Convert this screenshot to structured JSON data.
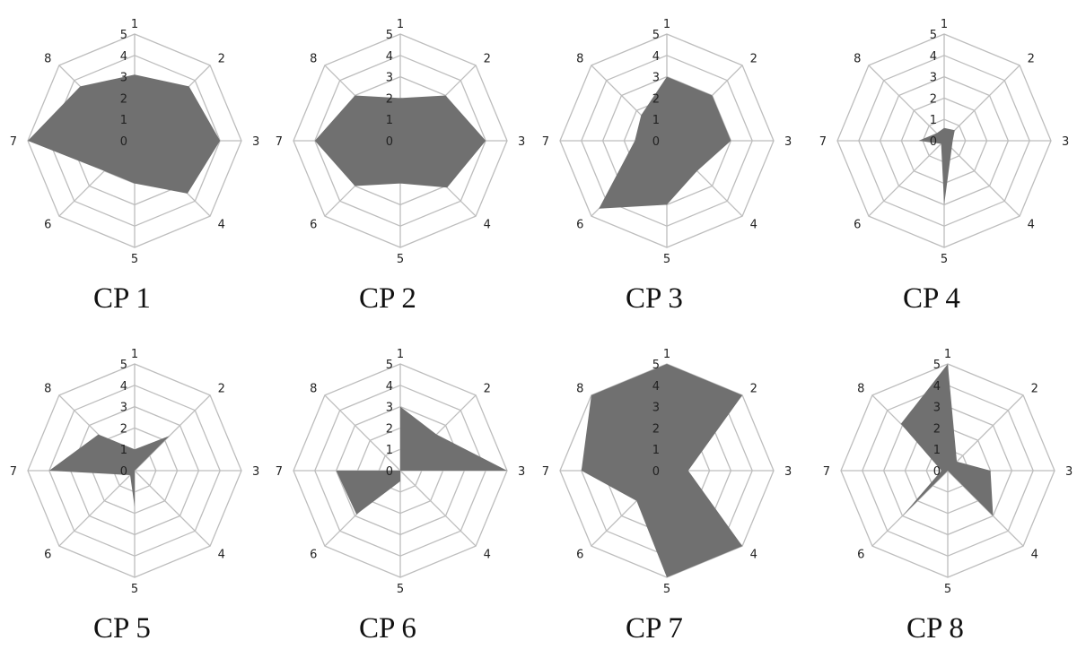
{
  "chart_data": [
    {
      "type": "radar",
      "title": "CP 1",
      "axes": [
        "1",
        "2",
        "3",
        "4",
        "5",
        "6",
        "7",
        "8"
      ],
      "scale_ticks": [
        "0",
        "1",
        "2",
        "3",
        "4",
        "5"
      ],
      "rlim": [
        0,
        5
      ],
      "values": [
        3.1,
        3.6,
        4.0,
        3.5,
        2.0,
        2.0,
        5.0,
        3.6
      ]
    },
    {
      "type": "radar",
      "title": "CP 2",
      "axes": [
        "1",
        "2",
        "3",
        "4",
        "5",
        "6",
        "7",
        "8"
      ],
      "scale_ticks": [
        "0",
        "1",
        "2",
        "3",
        "4",
        "5"
      ],
      "rlim": [
        0,
        5
      ],
      "values": [
        2.0,
        3.0,
        4.0,
        3.1,
        2.0,
        3.0,
        4.0,
        3.0
      ]
    },
    {
      "type": "radar",
      "title": "CP 3",
      "axes": [
        "1",
        "2",
        "3",
        "4",
        "5",
        "6",
        "7",
        "8"
      ],
      "scale_ticks": [
        "0",
        "1",
        "2",
        "3",
        "4",
        "5"
      ],
      "rlim": [
        0,
        5
      ],
      "values": [
        3.0,
        3.0,
        3.0,
        2.0,
        3.0,
        4.5,
        1.5,
        1.7
      ]
    },
    {
      "type": "radar",
      "title": "CP 4",
      "axes": [
        "1",
        "2",
        "3",
        "4",
        "5",
        "6",
        "7",
        "8"
      ],
      "scale_ticks": [
        "0",
        "1",
        "2",
        "3",
        "4",
        "5"
      ],
      "rlim": [
        0,
        5
      ],
      "values": [
        0.6,
        0.7,
        0.4,
        0.5,
        3.0,
        0.2,
        1.2,
        0.5
      ]
    },
    {
      "type": "radar",
      "title": "CP 5",
      "axes": [
        "1",
        "2",
        "3",
        "4",
        "5",
        "6",
        "7",
        "8"
      ],
      "scale_ticks": [
        "0",
        "1",
        "2",
        "3",
        "4",
        "5"
      ],
      "rlim": [
        0,
        5
      ],
      "values": [
        1.0,
        2.3,
        0.0,
        0.0,
        1.7,
        0.3,
        4.0,
        2.4
      ]
    },
    {
      "type": "radar",
      "title": "CP 6",
      "axes": [
        "1",
        "2",
        "3",
        "4",
        "5",
        "6",
        "7",
        "8"
      ],
      "scale_ticks": [
        "0",
        "1",
        "2",
        "3",
        "4",
        "5"
      ],
      "rlim": [
        0,
        5
      ],
      "values": [
        3.0,
        2.4,
        5.0,
        0.0,
        0.5,
        2.9,
        3.0,
        0.0
      ]
    },
    {
      "type": "radar",
      "title": "CP 7",
      "axes": [
        "1",
        "2",
        "3",
        "4",
        "5",
        "6",
        "7",
        "8"
      ],
      "scale_ticks": [
        "0",
        "1",
        "2",
        "3",
        "4",
        "5"
      ],
      "rlim": [
        0,
        5
      ],
      "values": [
        5.0,
        5.0,
        1.0,
        5.0,
        5.0,
        2.0,
        4.0,
        5.0
      ]
    },
    {
      "type": "radar",
      "title": "CP 8",
      "axes": [
        "1",
        "2",
        "3",
        "4",
        "5",
        "6",
        "7",
        "8"
      ],
      "scale_ticks": [
        "0",
        "1",
        "2",
        "3",
        "4",
        "5"
      ],
      "rlim": [
        0,
        5
      ],
      "values": [
        5.0,
        0.6,
        2.0,
        3.0,
        0.0,
        3.0,
        0.3,
        3.1
      ]
    }
  ],
  "style": {
    "fill_color": "#707070",
    "grid_color": "#bdbdbd"
  }
}
